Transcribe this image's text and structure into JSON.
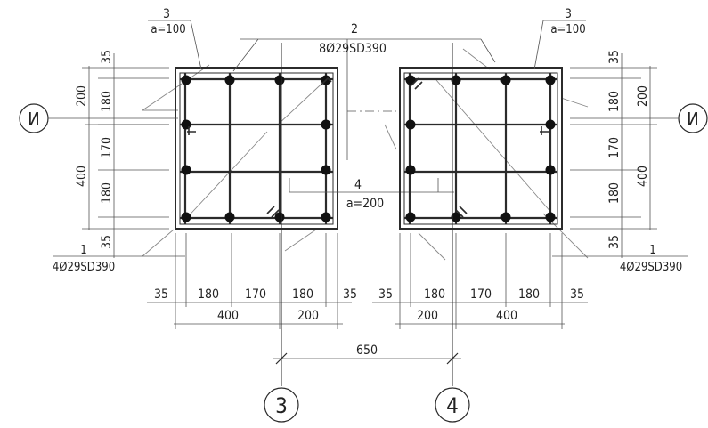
{
  "column_left": {
    "callout_top": {
      "num": "3",
      "sub": "a=100"
    },
    "callout_bottom": {
      "num": "1",
      "sub": "4Ø29SD390"
    },
    "section_mark": "И",
    "vdim_outer": [
      "35",
      "180",
      "170",
      "180",
      "35"
    ],
    "vdim_inner": [
      "200",
      "400"
    ],
    "hdim_outer": [
      "35",
      "180",
      "170",
      "180",
      "35"
    ],
    "hdim_inner": [
      "400",
      "200"
    ]
  },
  "column_right": {
    "callout_top": {
      "num": "3",
      "sub": "a=100"
    },
    "callout_bottom": {
      "num": "1",
      "sub": "4Ø29SD390"
    },
    "section_mark": "И",
    "vdim_outer": [
      "35",
      "180",
      "170",
      "180",
      "35"
    ],
    "vdim_inner": [
      "200",
      "400"
    ],
    "hdim_outer": [
      "35",
      "180",
      "170",
      "180",
      "35"
    ],
    "hdim_inner": [
      "200",
      "400"
    ]
  },
  "callout_center_top": {
    "num": "2",
    "sub": "8Ø29SD390"
  },
  "callout_center_mid": {
    "num": "4",
    "sub": "a=200"
  },
  "axis_span": "650",
  "axes": [
    "3",
    "4"
  ]
}
